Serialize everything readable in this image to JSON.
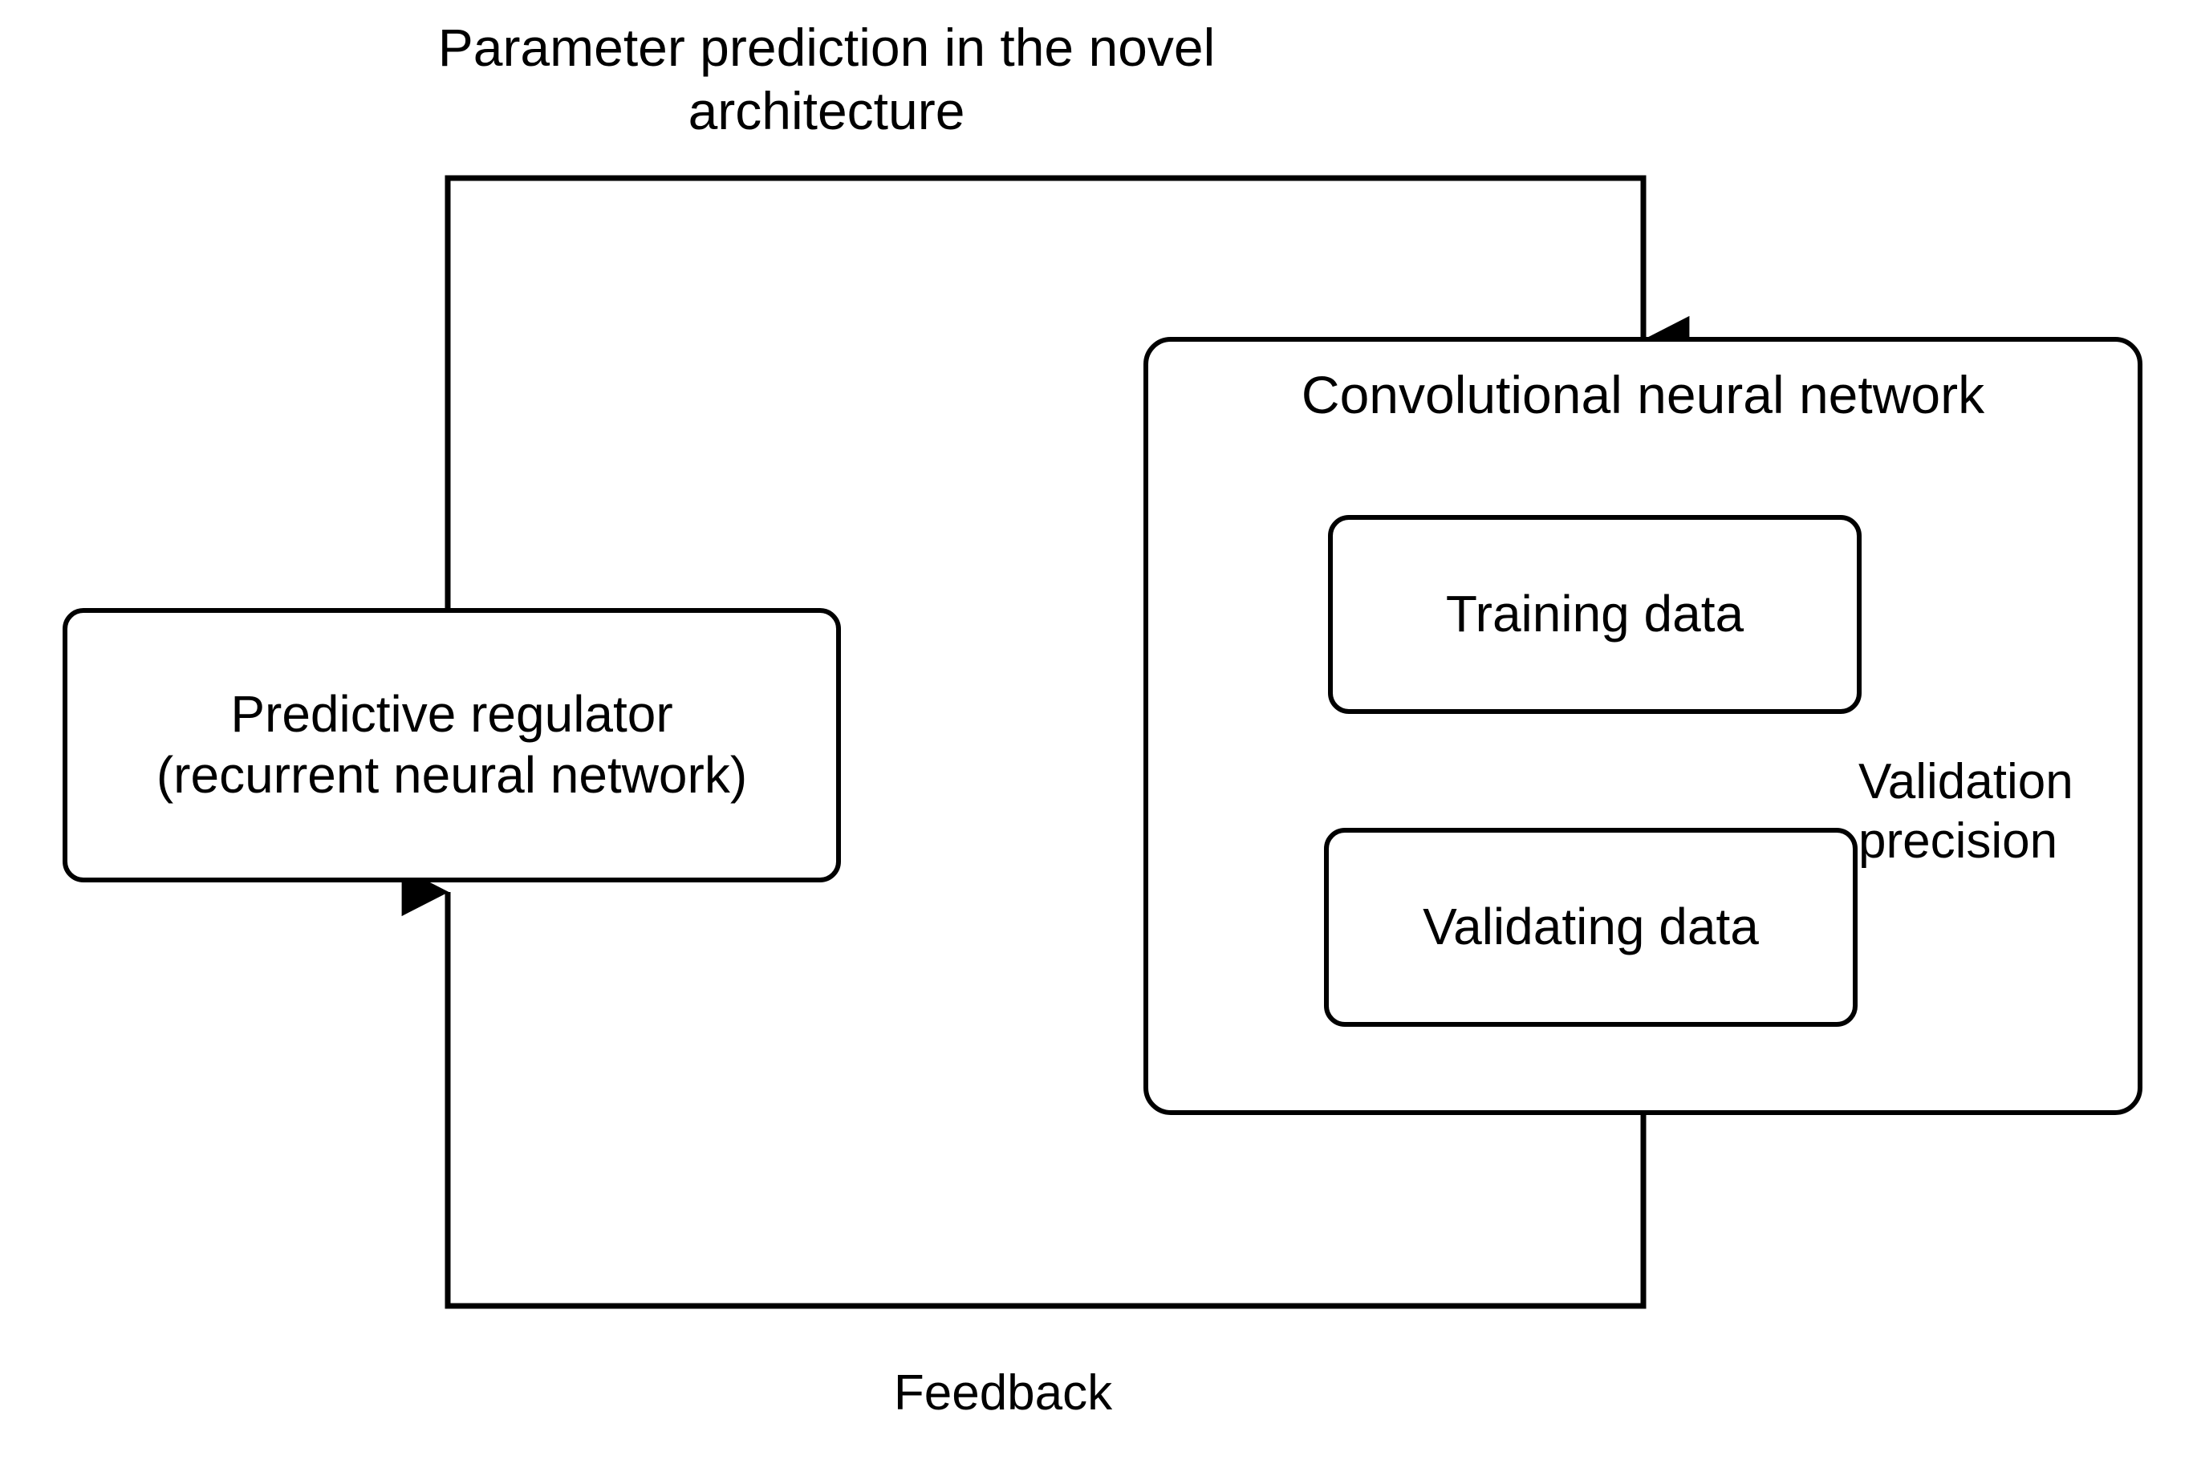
{
  "diagram": {
    "title": "Parameter prediction in the novel\narchitecture",
    "background_color": "#ffffff",
    "line_color": "#000000",
    "nodes": {
      "regulator": {
        "label": "Predictive regulator\n(recurrent neural network)"
      },
      "cnn": {
        "title": "Convolutional neural network"
      },
      "training": {
        "label": "Training data"
      },
      "validating": {
        "label": "Validating data"
      }
    },
    "edge_labels": {
      "parameter_prediction": "Parameter prediction in the novel\narchitecture",
      "validation_precision": "Validation\nprecision",
      "feedback": "Feedback"
    }
  }
}
